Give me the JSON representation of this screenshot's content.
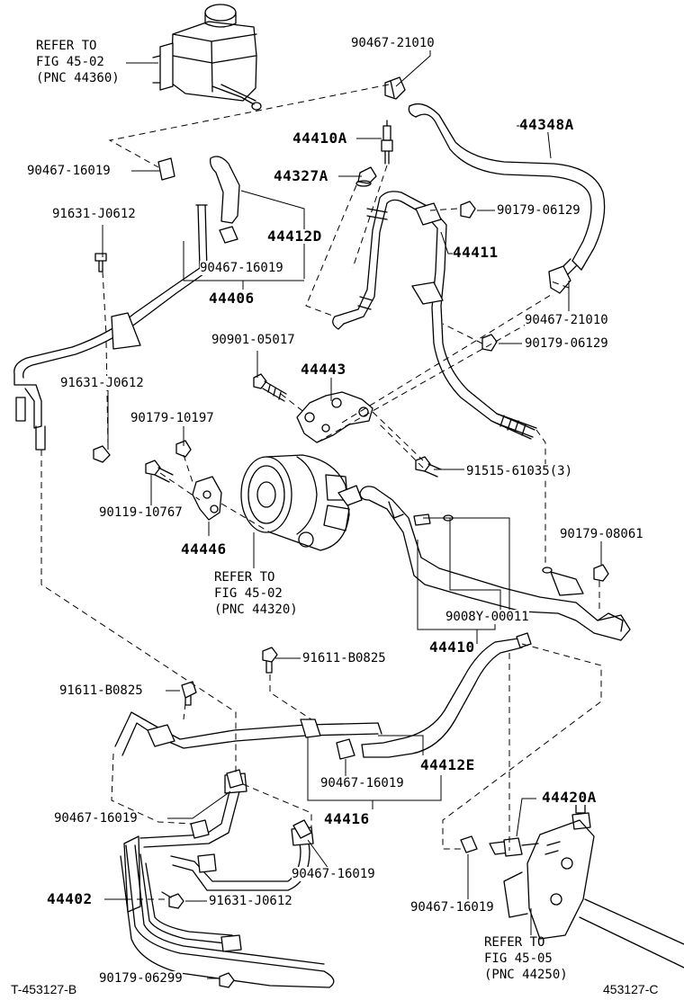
{
  "refs": {
    "reservoir": [
      "REFER TO",
      "FIG 45-02",
      "(PNC 44360)"
    ],
    "pump": [
      "REFER TO",
      "FIG 45-02",
      "(PNC 44320)"
    ],
    "gear": [
      "REFER TO",
      "FIG 45-05",
      "(PNC 44250)"
    ]
  },
  "parts": {
    "p_90467_21010_top": "90467-21010",
    "p_44348A": "44348A",
    "p_44410A": "44410A",
    "p_44327A": "44327A",
    "p_90467_16019_a": "90467-16019",
    "p_91631_J0612_a": "91631-J0612",
    "p_44412D": "44412D",
    "p_90467_16019_b": "90467-16019",
    "p_44406": "44406",
    "p_90179_06129_a": "90179-06129",
    "p_44411": "44411",
    "p_90467_21010_b": "90467-21010",
    "p_90179_06129_b": "90179-06129",
    "p_90901_05017": "90901-05017",
    "p_44443": "44443",
    "p_91631_J0612_b": "91631-J0612",
    "p_90179_10197": "90179-10197",
    "p_91515_61035": "91515-61035(3)",
    "p_90119_10767": "90119-10767",
    "p_90179_08061": "90179-08061",
    "p_44446": "44446",
    "p_9008Y_00011": "9008Y-00011",
    "p_44410": "44410",
    "p_91611_B0825_a": "91611-B0825",
    "p_91611_B0825_b": "91611-B0825",
    "p_44412E": "44412E",
    "p_90467_16019_c": "90467-16019",
    "p_44416": "44416",
    "p_90467_16019_d": "90467-16019",
    "p_44420A": "44420A",
    "p_90467_16019_e": "90467-16019",
    "p_44402": "44402",
    "p_91631_J0612_c": "91631-J0612",
    "p_90467_16019_f": "90467-16019",
    "p_90179_06299": "90179-06299"
  },
  "codes": {
    "left": "T-453127-B",
    "right": "453127-C"
  }
}
